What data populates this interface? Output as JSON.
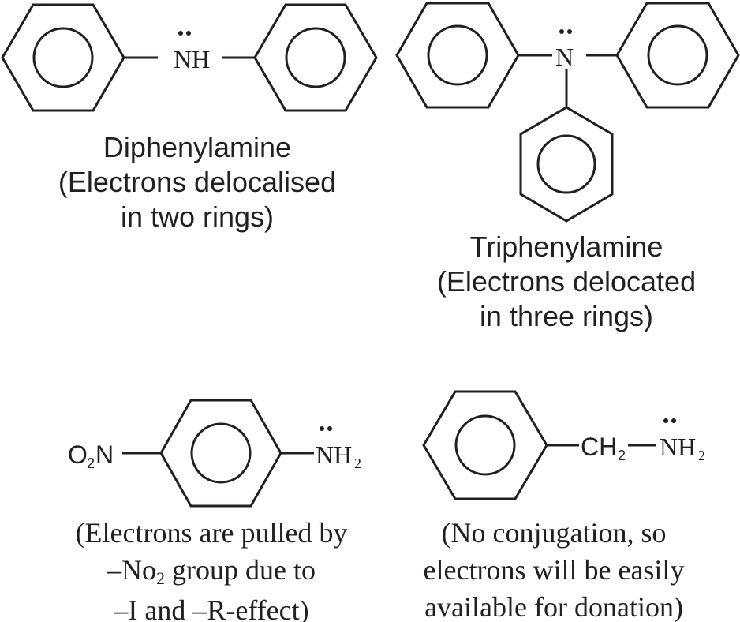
{
  "diphenylamine": {
    "atom": "N",
    "atom_h": "H",
    "caption": [
      "Diphenylamine",
      "(Electrons delocalised",
      "in two rings)"
    ]
  },
  "triphenylamine": {
    "atom": "N",
    "caption": [
      "Triphenylamine",
      "(Electrons delocated",
      "in three rings)"
    ]
  },
  "nitroaniline": {
    "left_group": "O",
    "left_sub": "2",
    "left_n": "N",
    "amine": "NH",
    "amine_sub": "2",
    "caption_1": "(Electrons are pulled by",
    "caption_2_pre": "–No",
    "caption_2_sub": "2",
    "caption_2_post": " group due to",
    "caption_3": "–I and –R-effect)"
  },
  "benzylamine": {
    "ch": "CH",
    "ch_sub": "2",
    "amine": "NH",
    "amine_sub": "2",
    "caption": [
      "(No conjugation, so",
      "electrons will be easily",
      "available for donation)"
    ]
  }
}
